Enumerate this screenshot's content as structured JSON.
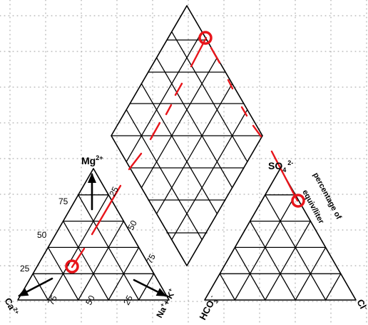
{
  "cation_triangle": {
    "apex_label": "Mg",
    "apex_sup": "2+",
    "left_label": "Ca",
    "left_sup": "2+",
    "right_label": "Na",
    "right_sup": "+",
    "right_plus": "+ K",
    "right_plus_sup": "+",
    "left_ticks": [
      "25",
      "50",
      "75"
    ],
    "right_ticks": [
      "25",
      "50",
      "75"
    ],
    "bottom_ticks": [
      "75",
      "50",
      "25"
    ]
  },
  "anion_triangle": {
    "apex_label": "SO",
    "apex_sub": "4",
    "apex_sup": "2-",
    "left_label": "HCO",
    "left_sub": "3",
    "left_sup": "-",
    "right_label": "Cl",
    "right_sup": "-",
    "side_note_line1": "percentage of",
    "side_note_line2": "equiv/liter"
  },
  "colors": {
    "grid": "#000000",
    "highlight": "#e8151b",
    "dotgrid": "#9a9a9a",
    "background": "#ffffff"
  }
}
